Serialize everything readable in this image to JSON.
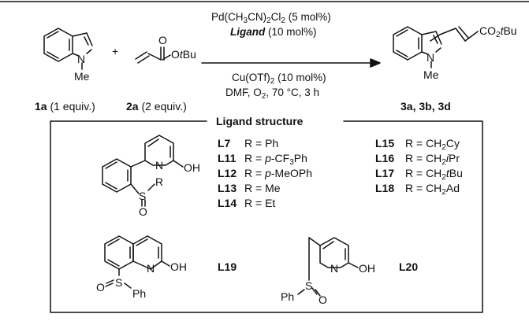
{
  "reactant1": {
    "label_bold": "1a",
    "label_rest": " (1 equiv.)",
    "n": "N",
    "sub": "Me"
  },
  "plus": "+",
  "reactant2": {
    "label_bold": "2a",
    "label_rest": " (2 equiv.)",
    "o_carbonyl": "O",
    "o_ester": "O",
    "ester_it": "t",
    "ester_rest": "Bu"
  },
  "conditions": {
    "line1": {
      "a": "Pd(CH",
      "s1": "3",
      "b": "CN)",
      "s2": "2",
      "c": "Cl",
      "s3": "2",
      "d": " (5 mol%)"
    },
    "line2": {
      "a": "Ligand",
      "b": " (10 mol%)"
    },
    "line3": {
      "a": "Cu(OTf)",
      "s1": "2",
      "b": " (10 mol%)"
    },
    "line4": {
      "a": "DMF, O",
      "s1": "2",
      "b": ", 70 °C, 3 h"
    }
  },
  "product": {
    "n": "N",
    "sub": "Me",
    "ester_a": "CO",
    "ester_s": "2",
    "ester_it": "t",
    "ester_rest": "Bu",
    "label": "3a, 3b, 3d"
  },
  "ligand_box": {
    "title": "Ligand structure",
    "top_ligand": {
      "n": "N",
      "oh": "OH",
      "s": "S",
      "o": "O",
      "r": "R"
    },
    "groups_left": [
      {
        "id": "L7",
        "r": "R = Ph"
      },
      {
        "id": "L11",
        "r_pre": "R = ",
        "r_it": "p",
        "r_mid": "-CF",
        "r_sub": "3",
        "r_post": "Ph"
      },
      {
        "id": "L12",
        "r_pre": "R = ",
        "r_it": "p",
        "r_post": "-MeOPh"
      },
      {
        "id": "L13",
        "r": "R = Me"
      },
      {
        "id": "L14",
        "r": "R = Et"
      }
    ],
    "groups_right": [
      {
        "id": "L15",
        "r_pre": "R = CH",
        "r_sub": "2",
        "r_post": "Cy"
      },
      {
        "id": "L16",
        "r_pre": "R = CH",
        "r_sub": "2",
        "r_it": "i",
        "r_post": "Pr"
      },
      {
        "id": "L17",
        "r_pre": "R = CH",
        "r_sub": "2",
        "r_it": "t",
        "r_post": "Bu"
      },
      {
        "id": "L18",
        "r_pre": "R = CH",
        "r_sub": "2",
        "r_post": "Ad"
      }
    ],
    "l19": {
      "id": "L19",
      "n": "N",
      "oh": "OH",
      "o": "O",
      "s": "S",
      "ph": "Ph"
    },
    "l20": {
      "id": "L20",
      "n": "N",
      "oh": "OH",
      "ph": "Ph",
      "s": "S",
      "o": "O"
    }
  }
}
